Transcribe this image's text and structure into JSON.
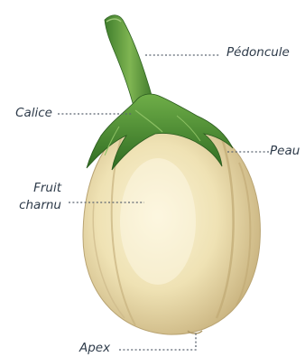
{
  "diagram": {
    "subject": "eggplant-fruit",
    "colors": {
      "flesh": "#f1e6bd",
      "flesh_shadow": "#cdb98a",
      "calyx": "#5a9a3a",
      "calyx_dark": "#2f6b22",
      "leader_line": "#5b6470",
      "label_text": "#2e3b4a"
    },
    "labels": {
      "pedoncule": "Pédoncule",
      "calice": "Calice",
      "peau": "Peau",
      "fruit_line1": "Fruit",
      "fruit_line2": "charnu",
      "apex": "Apex"
    }
  }
}
